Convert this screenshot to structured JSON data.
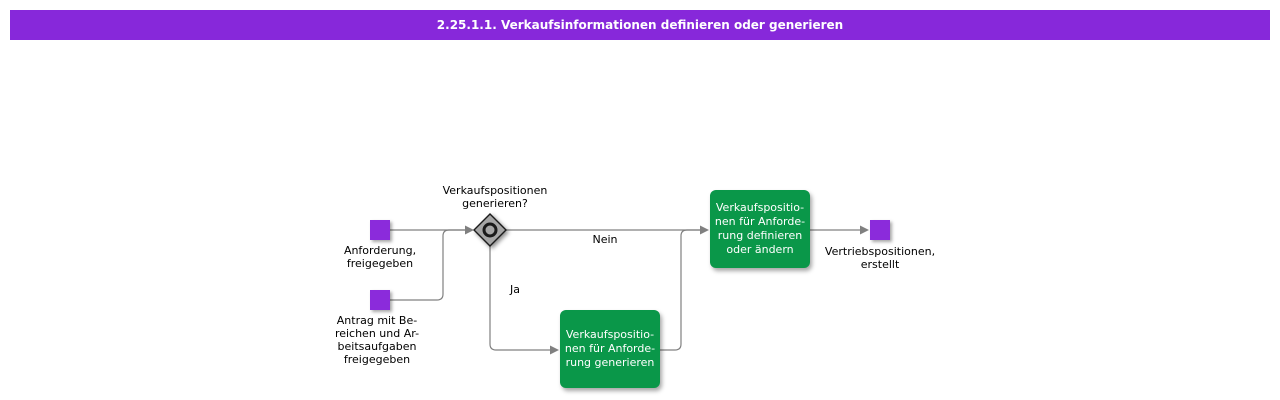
{
  "title": "2.25.1.1. Verkaufsinformationen definieren oder generieren",
  "colors": {
    "title_bar": "#8728DA",
    "event_square": "#8B2BDB",
    "task_box": "#0A9749",
    "connector": "#808080",
    "gateway_fill": "#A6A6A6"
  },
  "nodes": {
    "start_event_1": {
      "label": "Anforderung,\nfreigegeben"
    },
    "start_event_2": {
      "label": "Antrag mit Be-\nreichen und Ar-\nbeitsaufgaben\nfreigegeben"
    },
    "gateway": {
      "label": "Verkaufspositionen\ngenerieren?"
    },
    "task_define": {
      "label": "Verkaufspositio-\nnen für Anforde-\nrung definieren\noder ändern"
    },
    "task_generate": {
      "label": "Verkaufspositio-\nnen für Anforde-\nrung generieren"
    },
    "end_event": {
      "label": "Vertriebspositionen,\nerstellt"
    }
  },
  "edges": {
    "no": {
      "label": "Nein"
    },
    "yes": {
      "label": "Ja"
    }
  }
}
